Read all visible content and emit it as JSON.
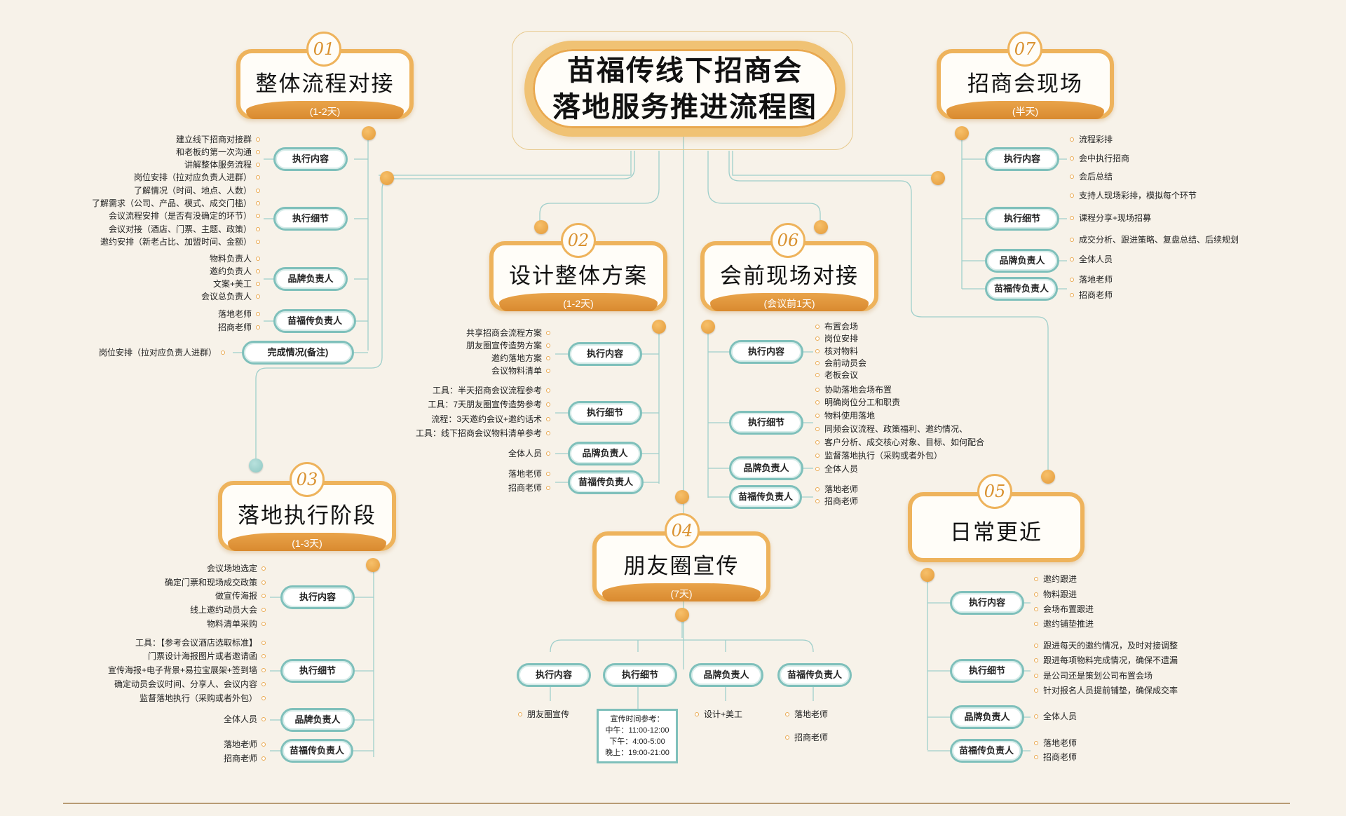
{
  "title": {
    "line1": "苗福传线下招商会",
    "line2": "落地服务推进流程图"
  },
  "steps": [
    {
      "num": "01",
      "title": "整体流程对接",
      "duration": "(1-2天)"
    },
    {
      "num": "02",
      "title": "设计整体方案",
      "duration": "(1-2天)"
    },
    {
      "num": "03",
      "title": "落地执行阶段",
      "duration": "(1-3天)"
    },
    {
      "num": "04",
      "title": "朋友圈宣传",
      "duration": "(7天)"
    },
    {
      "num": "05",
      "title": "日常更近",
      "duration": ""
    },
    {
      "num": "06",
      "title": "会前现场对接",
      "duration": "(会议前1天)"
    },
    {
      "num": "07",
      "title": "招商会现场",
      "duration": "(半天)"
    }
  ],
  "s1": {
    "tags": [
      "执行内容",
      "执行细节",
      "品牌负责人",
      "苗福传负责人",
      "完成情况(备注)"
    ],
    "items": [
      [
        "建立线下招商对接群",
        "和老板约第一次沟通",
        "讲解整体服务流程",
        "岗位安排（拉对应负责人进群）"
      ],
      [
        "了解情况（时间、地点、人数）",
        "了解需求（公司、产品、模式、成交门槛）",
        "会议流程安排（是否有没确定的环节）",
        "会议对接（酒店、门票、主题、政策）",
        "邀约安排（新老占比、加盟时间、金额）"
      ],
      [
        "物料负责人",
        "邀约负责人",
        "文案+美工",
        "会议总负责人"
      ],
      [
        "落地老师",
        "招商老师"
      ],
      [
        "岗位安排（拉对应负责人进群）"
      ]
    ]
  },
  "s2": {
    "tags": [
      "执行内容",
      "执行细节",
      "品牌负责人",
      "苗福传负责人"
    ],
    "items": [
      [
        "共享招商会流程方案",
        "朋友圈宣传造势方案",
        "邀约落地方案",
        "会议物料清单"
      ],
      [
        "工具：半天招商会议流程参考",
        "工具：7天朋友圈宣传造势参考",
        "流程：3天邀约会议+邀约话术",
        "工具：线下招商会议物料清单参考"
      ],
      [
        "全体人员"
      ],
      [
        "落地老师",
        "招商老师"
      ]
    ]
  },
  "s3": {
    "tags": [
      "执行内容",
      "执行细节",
      "品牌负责人",
      "苗福传负责人"
    ],
    "items": [
      [
        "会议场地选定",
        "确定门票和现场成交政策",
        "做宣传海报",
        "线上邀约动员大会",
        "物料清单采购"
      ],
      [
        "工具：【参考会议酒店选取标准】",
        "门票设计海报图片或者邀请函",
        "宣传海报+电子背景+易拉宝展架+签到墙",
        "确定动员会议时间、分享人、会议内容",
        "监督落地执行（采购或者外包）"
      ],
      [
        "全体人员"
      ],
      [
        "落地老师",
        "招商老师"
      ]
    ]
  },
  "s4": {
    "tags": [
      "执行内容",
      "执行细节",
      "品牌负责人",
      "苗福传负责人"
    ],
    "items": [
      [
        "朋友圈宣传"
      ],
      [],
      [
        "设计+美工"
      ],
      [
        "落地老师",
        "招商老师"
      ]
    ],
    "timebox": {
      "title": "宣传时间参考：",
      "l1": "中午：11:00-12:00",
      "l2": "下午：4:00-5:00",
      "l3": "晚上：19:00-21:00"
    }
  },
  "s5": {
    "tags": [
      "执行内容",
      "执行细节",
      "品牌负责人",
      "苗福传负责人"
    ],
    "items": [
      [
        "邀约跟进",
        "物料跟进",
        "会场布置跟进",
        "邀约铺垫推进"
      ],
      [
        "跟进每天的邀约情况，及时对接调整",
        "跟进每项物料完成情况，确保不遗漏",
        "是公司还是策划公司布置会场",
        "针对报名人员提前铺垫，确保成交率"
      ],
      [
        "全体人员"
      ],
      [
        "落地老师",
        "招商老师"
      ]
    ]
  },
  "s6": {
    "tags": [
      "执行内容",
      "执行细节",
      "品牌负责人",
      "苗福传负责人"
    ],
    "items": [
      [
        "布置会场",
        "岗位安排",
        "核对物料",
        "会前动员会",
        "老板会议"
      ],
      [
        "协助落地会场布置",
        "明确岗位分工和职责",
        "物料使用落地",
        "同频会议流程、政策福利、邀约情况、",
        "客户分析、成交核心对象、目标、如何配合",
        "监督落地执行（采购或者外包）"
      ],
      [
        "全体人员"
      ],
      [
        "落地老师",
        "招商老师"
      ]
    ]
  },
  "s7": {
    "tags": [
      "执行内容",
      "执行细节",
      "品牌负责人",
      "苗福传负责人"
    ],
    "items": [
      [
        "流程彩排",
        "会中执行招商",
        "会后总结"
      ],
      [
        "支持人现场彩排，模拟每个环节",
        "课程分享+现场招募",
        "成交分析、跟进策略、复盘总结、后续规划"
      ],
      [
        "全体人员"
      ],
      [
        "落地老师",
        "招商老师"
      ]
    ]
  },
  "colors": {
    "orange": "#eeb35c",
    "orange_dark": "#d98a2f",
    "teal": "#7fc0bb",
    "background": "#f7f2e9"
  }
}
